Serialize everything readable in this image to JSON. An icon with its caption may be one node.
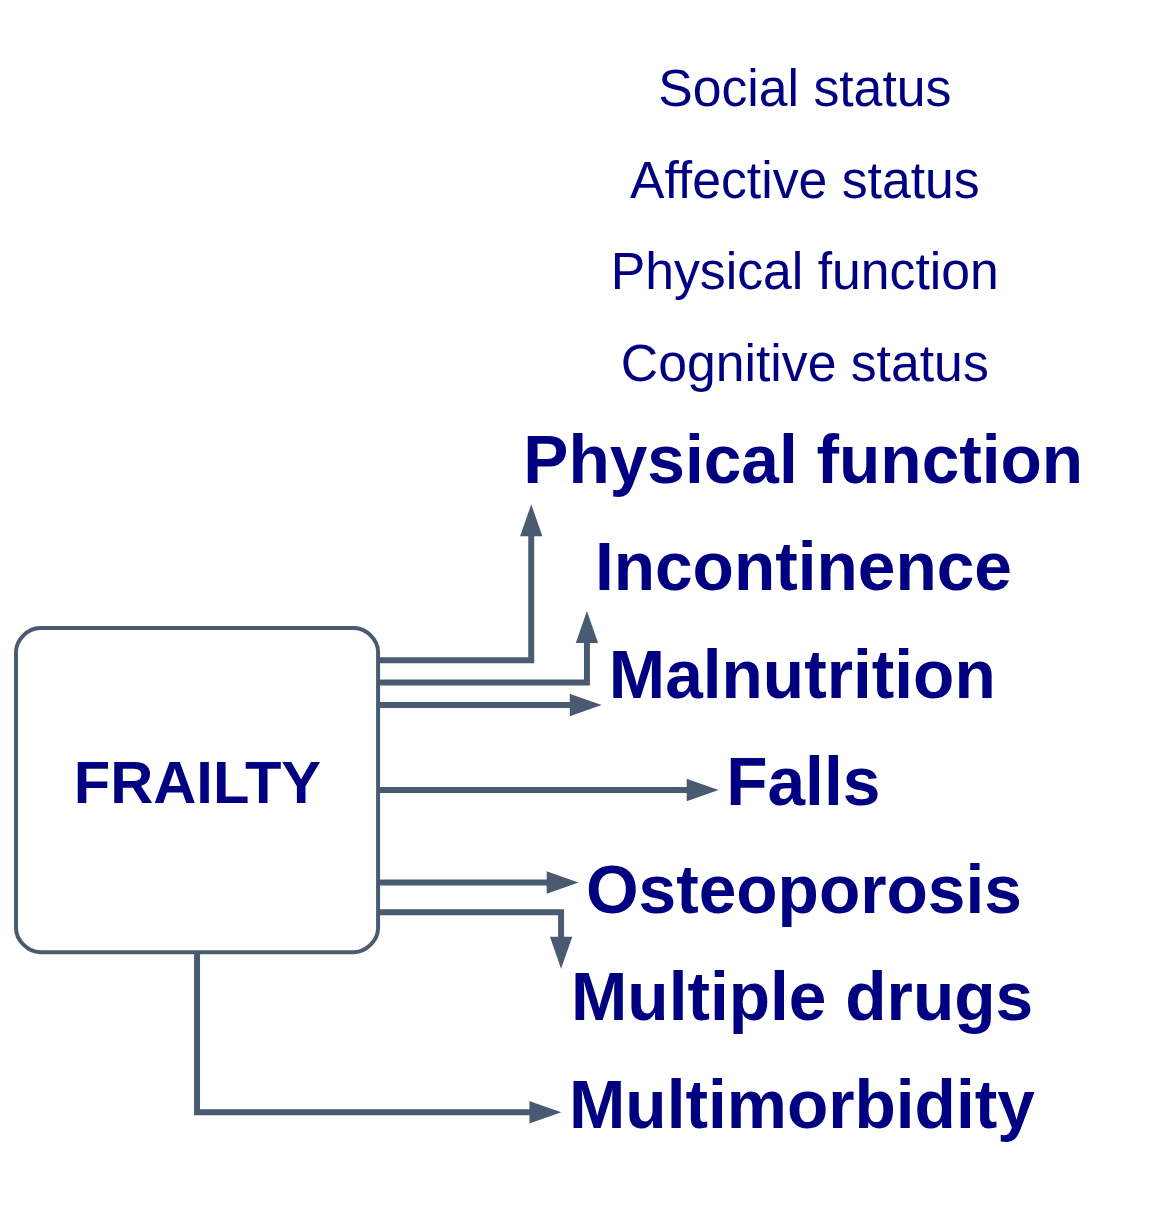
{
  "diagram": {
    "nodes": [
      {
        "text": [
          "FRAILTY"
        ]
      },
      {
        "text": [
          "Multimorbidity"
        ]
      },
      {
        "text": [
          "Multiple drugs"
        ]
      },
      {
        "text": [
          "Physical function"
        ]
      },
      {
        "text": [
          "Incontinence"
        ]
      },
      {
        "text": [
          "Malnutrition"
        ]
      },
      {
        "text": [
          "Falls"
        ]
      },
      {
        "text": [
          "Osteoporosis"
        ]
      }
    ],
    "edges": [
      {
        "from": 0,
        "to": 1,
        "arrow": "to"
      },
      {
        "from": 0,
        "to": 2,
        "arrow": "to"
      },
      {
        "from": 0,
        "to": 3,
        "arrow": "to"
      },
      {
        "from": 0,
        "to": 4,
        "arrow": "to"
      },
      {
        "from": 0,
        "to": 5,
        "arrow": "to"
      },
      {
        "from": 0,
        "to": 6,
        "arrow": "to"
      },
      {
        "from": 0,
        "to": 7,
        "arrow": "to"
      }
    ],
    "labels": [
      "Cognitive status",
      "Physical function",
      "Affective status",
      "Social status"
    ]
  }
}
